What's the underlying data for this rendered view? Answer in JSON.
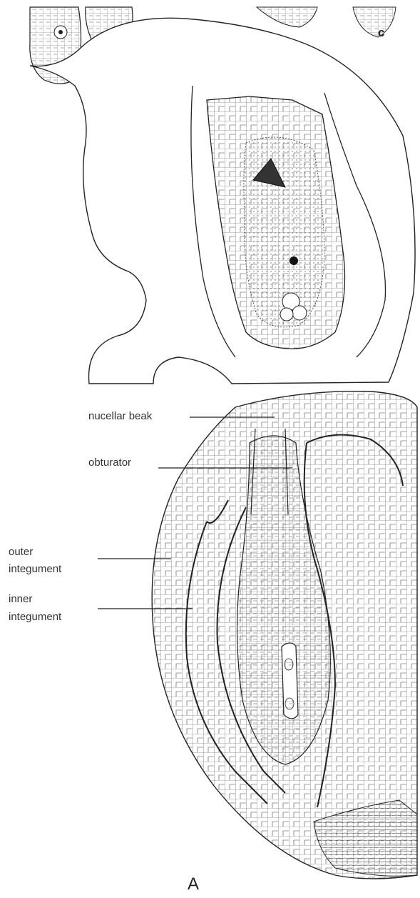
{
  "panels": {
    "top": {
      "letter": "c"
    },
    "bottom": {
      "letter": "A"
    }
  },
  "labels": {
    "nucellar_beak": "nucellar beak",
    "obturator": "obturator",
    "outer_integument": [
      "outer",
      "integument"
    ],
    "inner_integument": [
      "inner",
      "integument"
    ]
  },
  "colors": {
    "ink": "#222222",
    "label": "#333333",
    "background": "#ffffff"
  }
}
